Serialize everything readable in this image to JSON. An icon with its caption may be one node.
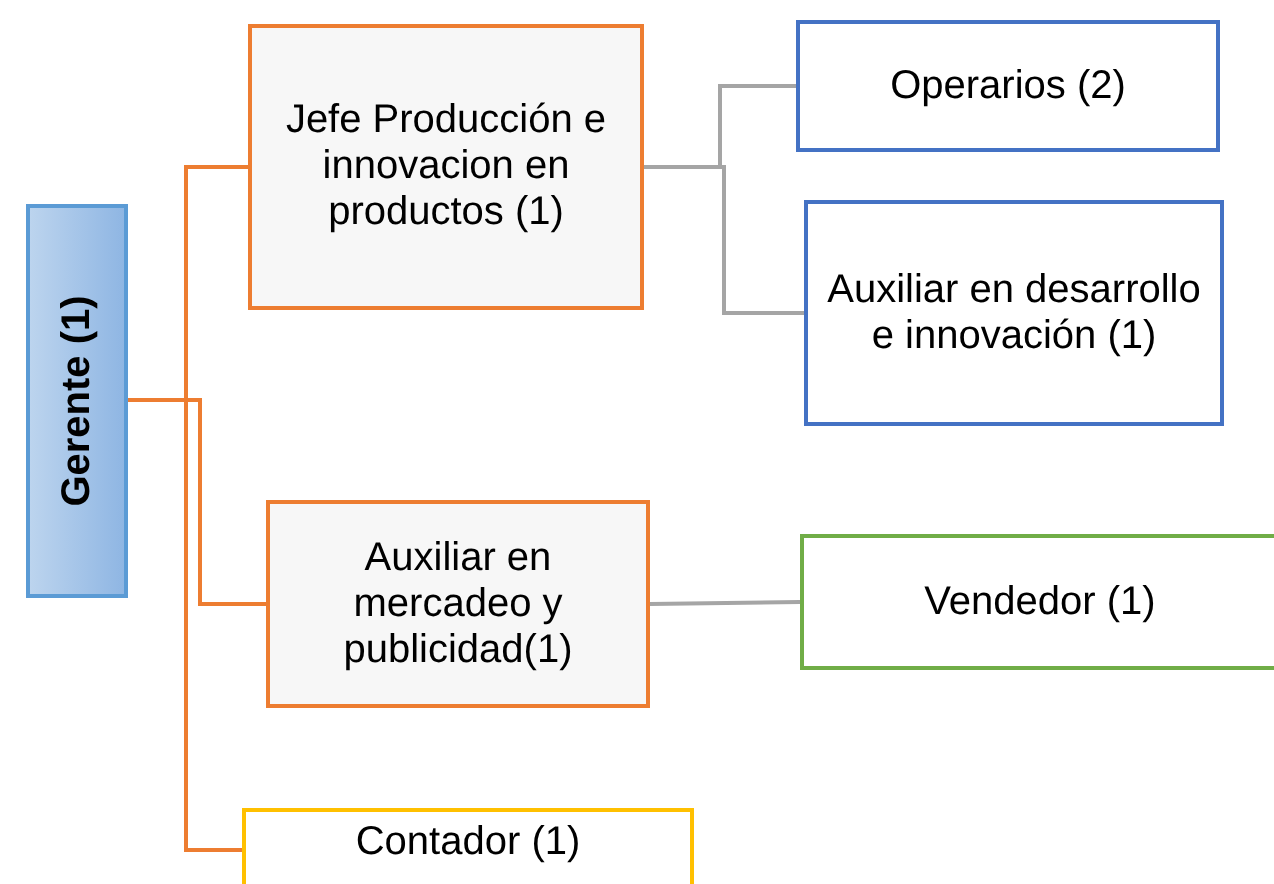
{
  "diagram": {
    "nodes": [
      {
        "text": [
          "Gerente (1)"
        ]
      },
      {
        "text": [
          "Jefe Producción e innovacion en productos (1)"
        ]
      },
      {
        "text": [
          "Operarios (2)"
        ]
      },
      {
        "text": [
          "Auxiliar en desarrollo e innovación (1)"
        ]
      },
      {
        "text": [
          "Auxiliar en mercadeo y publicidad(1)"
        ]
      },
      {
        "text": [
          "Vendedor (1)"
        ]
      },
      {
        "text": [
          "Contador (1)"
        ]
      }
    ],
    "edges": [
      {
        "from": 0,
        "to": 1,
        "arrow": "none"
      },
      {
        "from": 0,
        "to": 4,
        "arrow": "none"
      },
      {
        "from": 0,
        "to": 6,
        "arrow": "none"
      },
      {
        "from": 1,
        "to": 2,
        "arrow": "none",
        "color": "#a5a5a5"
      },
      {
        "from": 1,
        "to": 3,
        "arrow": "none",
        "color": "#a5a5a5"
      },
      {
        "from": 4,
        "to": 5,
        "arrow": "none",
        "color": "#a5a5a5"
      }
    ]
  }
}
